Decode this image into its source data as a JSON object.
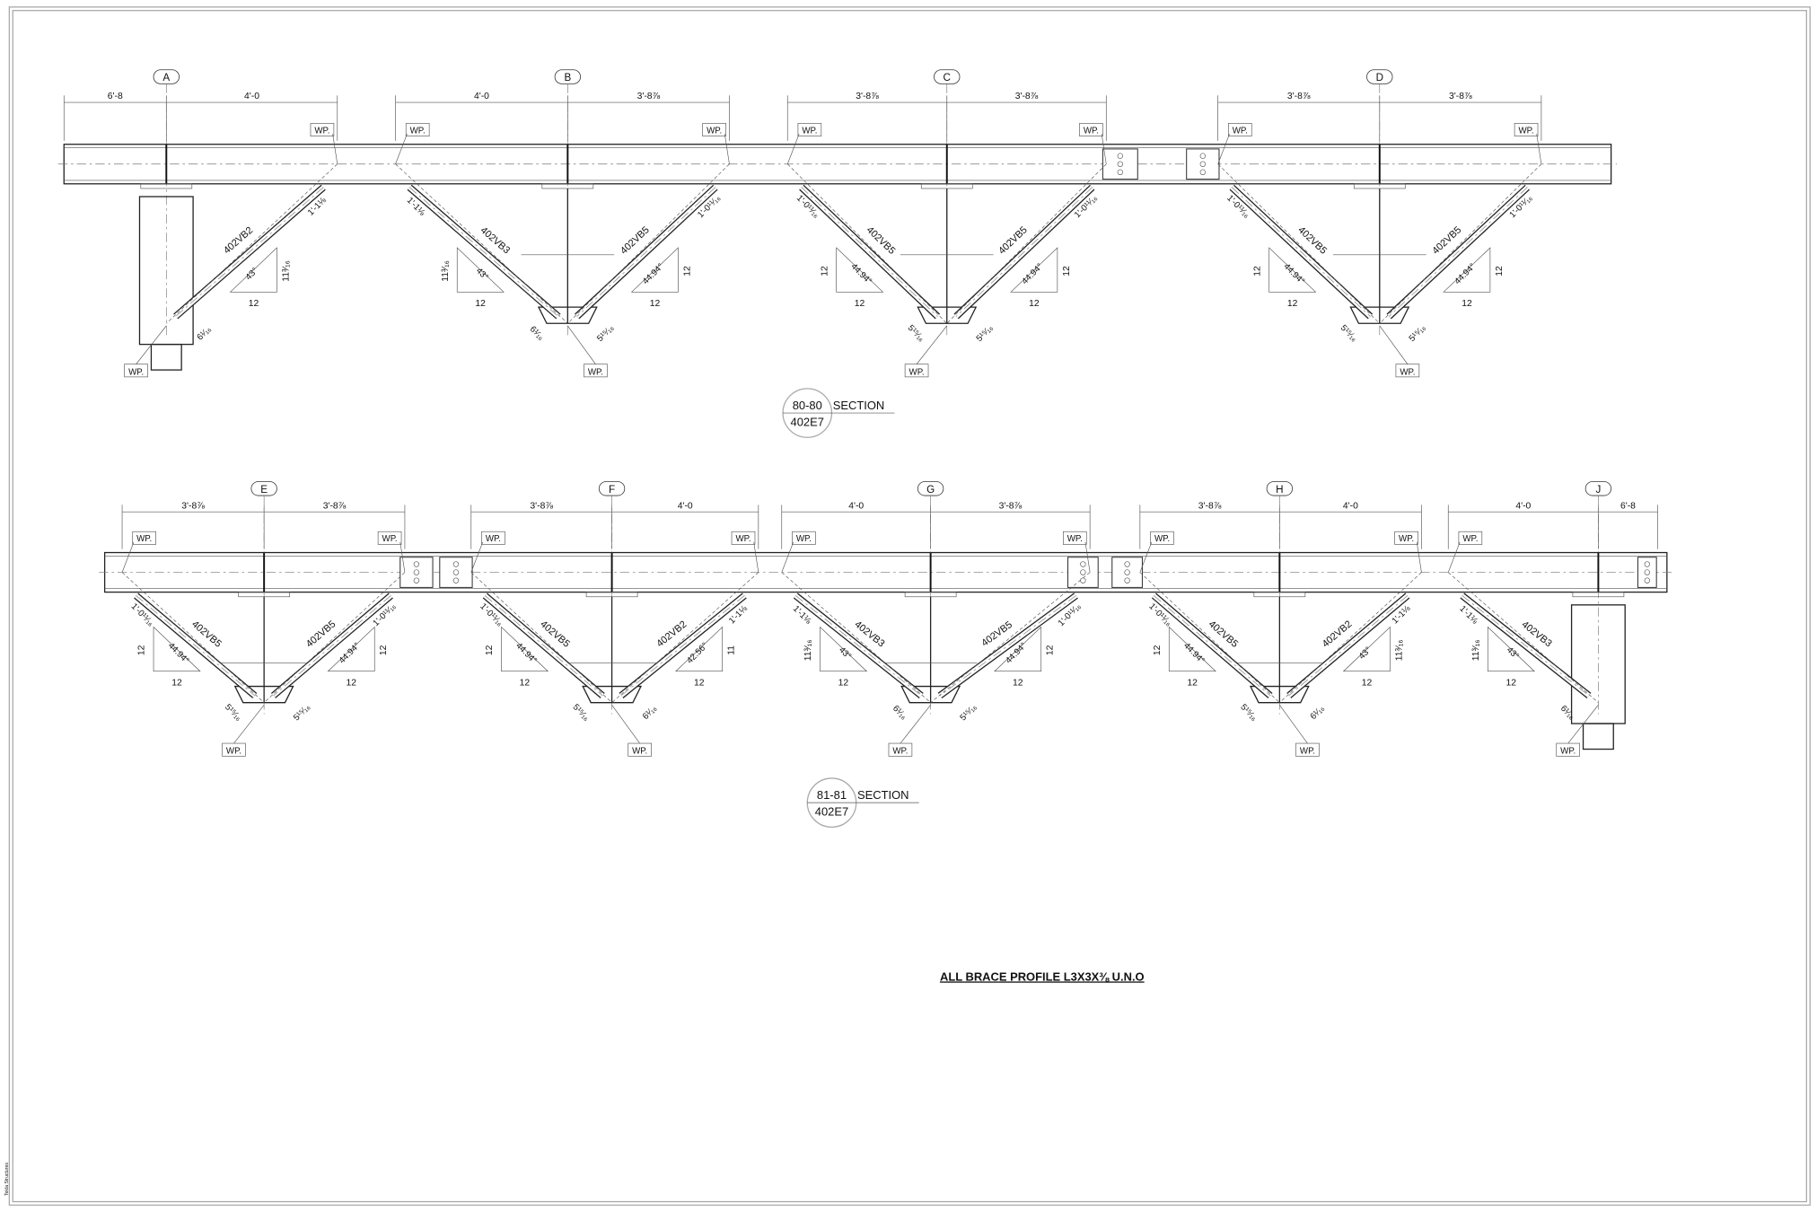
{
  "sheet": {
    "note": "ALL BRACE PROFILE L3X3X⅜ U.N.O",
    "vendor_mark": "Tekla Structures"
  },
  "sections": [
    {
      "title": "SECTION",
      "number": "80-80",
      "sheet_ref": "402E7",
      "wp_label": "WP.",
      "bays": [
        {
          "grid": "A",
          "dims": [
            "6'-8",
            "4'-0"
          ],
          "column": "left",
          "braces": [
            null,
            {
              "mark": "402VB2",
              "angle": "43°",
              "rise": "11³⁄₁₆",
              "run": "12",
              "top_offset": "1'-1⅛",
              "bot_offset": "6¹⁄₁₆"
            }
          ]
        },
        {
          "grid": "B",
          "dims": [
            "4'-0",
            "3'-8⅞"
          ],
          "braces": [
            {
              "mark": "402VB3",
              "angle": "43°",
              "rise": "11³⁄₁₆",
              "run": "12",
              "top_offset": "1'-1⅛",
              "bot_offset": "6¹⁄₁₆"
            },
            {
              "mark": "402VB5",
              "angle": "44.94°",
              "rise": "12",
              "run": "12",
              "top_offset": "1'-0¹¹⁄₁₆",
              "bot_offset": "5¹⁵⁄₁₆"
            }
          ]
        },
        {
          "grid": "C",
          "dims": [
            "3'-8⅞",
            "3'-8⅞"
          ],
          "braces": [
            {
              "mark": "402VB5",
              "angle": "44.94°",
              "rise": "12",
              "run": "12",
              "top_offset": "1'-0¹¹⁄₁₆",
              "bot_offset": "5¹⁵⁄₁₆"
            },
            {
              "mark": "402VB5",
              "angle": "44.94°",
              "rise": "12",
              "run": "12",
              "top_offset": "1'-0¹¹⁄₁₆",
              "bot_offset": "5¹⁵⁄₁₆"
            }
          ]
        },
        {
          "grid": "D",
          "dims": [
            "3'-8⅞",
            "3'-8⅞"
          ],
          "braces": [
            {
              "mark": "402VB5",
              "angle": "44.94°",
              "rise": "12",
              "run": "12",
              "top_offset": "1'-0¹¹⁄₁₆",
              "bot_offset": "5¹⁵⁄₁₆"
            },
            {
              "mark": "402VB5",
              "angle": "44.94°",
              "rise": "12",
              "run": "12",
              "top_offset": "1'-0¹¹⁄₁₆",
              "bot_offset": "5¹⁵⁄₁₆"
            }
          ]
        }
      ]
    },
    {
      "title": "SECTION",
      "number": "81-81",
      "sheet_ref": "402E7",
      "wp_label": "WP.",
      "bays": [
        {
          "grid": "E",
          "dims": [
            "3'-8⅞",
            "3'-8⅞"
          ],
          "braces": [
            {
              "mark": "402VB5",
              "angle": "44.94°",
              "rise": "12",
              "run": "12",
              "top_offset": "1'-0¹¹⁄₁₆",
              "bot_offset": "5¹⁵⁄₁₆"
            },
            {
              "mark": "402VB5",
              "angle": "44.94°",
              "rise": "12",
              "run": "12",
              "top_offset": "1'-0¹¹⁄₁₆",
              "bot_offset": "5¹⁵⁄₁₆"
            }
          ]
        },
        {
          "grid": "F",
          "dims": [
            "3'-8⅞",
            "4'-0"
          ],
          "braces": [
            {
              "mark": "402VB5",
              "angle": "44.94°",
              "rise": "12",
              "run": "12",
              "top_offset": "1'-0¹¹⁄₁₆",
              "bot_offset": "5¹⁵⁄₁₆"
            },
            {
              "mark": "402VB2",
              "angle": "42.56°",
              "rise": "11",
              "run": "12",
              "top_offset": "1'-1⅛",
              "bot_offset": "6¹⁄₁₆"
            }
          ]
        },
        {
          "grid": "G",
          "dims": [
            "4'-0",
            "3'-8⅞"
          ],
          "braces": [
            {
              "mark": "402VB3",
              "angle": "43°",
              "rise": "11³⁄₁₆",
              "run": "12",
              "top_offset": "1'-1⅛",
              "bot_offset": "6¹⁄₁₆"
            },
            {
              "mark": "402VB5",
              "angle": "44.94°",
              "rise": "12",
              "run": "12",
              "top_offset": "1'-0¹¹⁄₁₆",
              "bot_offset": "5¹⁵⁄₁₆"
            }
          ]
        },
        {
          "grid": "H",
          "dims": [
            "3'-8⅞",
            "4'-0"
          ],
          "braces": [
            {
              "mark": "402VB5",
              "angle": "44.94°",
              "rise": "12",
              "run": "12",
              "top_offset": "1'-0¹¹⁄₁₆",
              "bot_offset": "5¹⁵⁄₁₆"
            },
            {
              "mark": "402VB2",
              "angle": "43°",
              "rise": "11³⁄₁₆",
              "run": "12",
              "top_offset": "1'-1⅛",
              "bot_offset": "6¹⁄₁₆"
            }
          ]
        },
        {
          "grid": "J",
          "dims": [
            "4'-0",
            "6'-8"
          ],
          "column": "right",
          "braces": [
            {
              "mark": "402VB3",
              "angle": "43°",
              "rise": "11³⁄₁₆",
              "run": "12",
              "top_offset": "1'-1⅛",
              "bot_offset": "6¹⁄₁₆"
            },
            null
          ]
        }
      ]
    }
  ]
}
